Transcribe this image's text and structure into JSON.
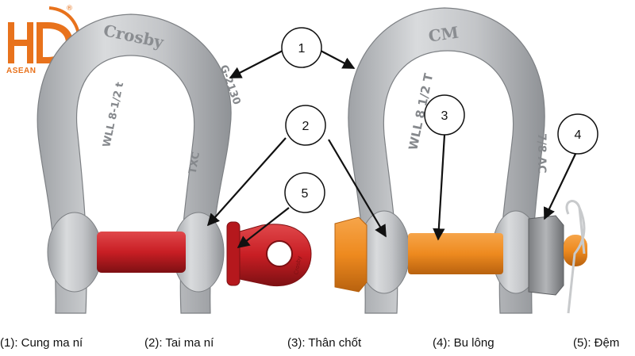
{
  "brand": {
    "logo_letters": "HD",
    "logo_word": "ASEAN",
    "registered_mark": "®",
    "color": "#e8721c"
  },
  "engravings": {
    "left_top": "Crosby",
    "left_side": "WLL 8-1/2 t",
    "left_right": "G-2130",
    "left_lower": "TXC",
    "right_top": "CM",
    "right_side": "WLL 8 1/2 T",
    "right_lower": "7/8 AC",
    "pin_stamp": "Crosby"
  },
  "callouts": [
    {
      "id": "1",
      "label": "1"
    },
    {
      "id": "2",
      "label": "2"
    },
    {
      "id": "3",
      "label": "3"
    },
    {
      "id": "4",
      "label": "4"
    },
    {
      "id": "5",
      "label": "5"
    }
  ],
  "legend": [
    {
      "text": "(1): Cung ma ní"
    },
    {
      "text": "(2): Tai ma ní"
    },
    {
      "text": "(3): Thân chốt"
    },
    {
      "text": "(4): Bu lông"
    },
    {
      "text": "(5): Đệm"
    }
  ],
  "colors": {
    "steel": "#c9cbcd",
    "steel_dark": "#8d9094",
    "red_pin": "#c81e24",
    "orange_pin": "#ee8a1f",
    "nut": "#9a9c9f"
  }
}
